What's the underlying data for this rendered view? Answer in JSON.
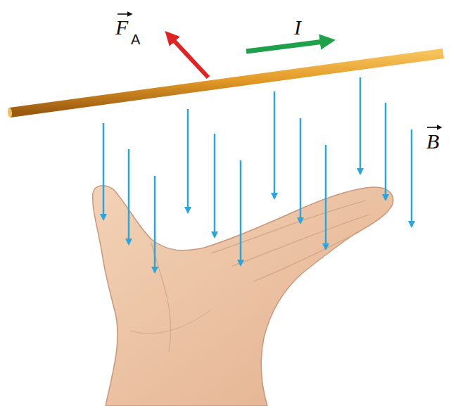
{
  "diagram": {
    "labels": [
      "F",
      "A",
      "I",
      "B"
    ]
  }
}
